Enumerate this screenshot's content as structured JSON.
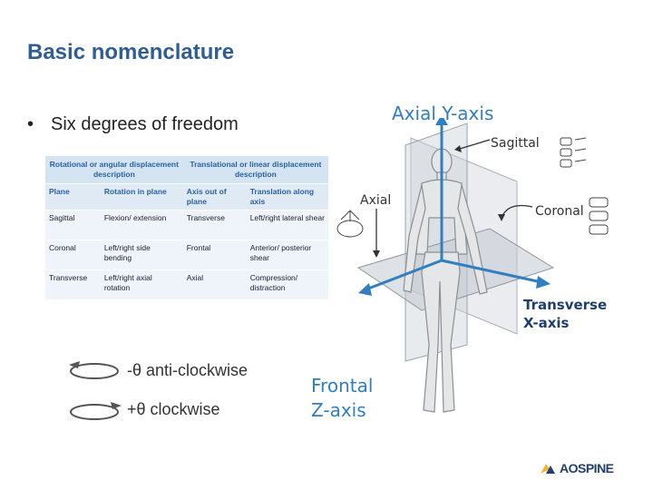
{
  "slide": {
    "title": "Basic nomenclature",
    "bullet": "Six degrees of freedom"
  },
  "table": {
    "group_headers": [
      "Rotational or angular displacement description",
      "Translational or linear displacement description"
    ],
    "columns": [
      "Plane",
      "Rotation in plane",
      "Axis out of plane",
      "Translation along axis"
    ],
    "rows": [
      [
        "Sagittal",
        "Flexion/ extension",
        "Transverse",
        "Left/right lateral shear"
      ],
      [
        "Coronal",
        "Left/right side bending",
        "Frontal",
        "Anterior/ posterior shear"
      ],
      [
        "Transverse",
        "Left/right axial rotation",
        "Axial",
        "Compression/ distraction"
      ]
    ]
  },
  "rotation_legend": {
    "anti_clockwise": "-θ anti-clockwise",
    "clockwise": "+θ clockwise"
  },
  "figure": {
    "axial_y_axis": "Axial Y-axis",
    "sagittal": "Sagittal",
    "axial": "Axial",
    "coronal": "Coronal",
    "transverse_line1": "Transverse",
    "transverse_line2": "X-axis",
    "frontal_line1": "Frontal",
    "frontal_line2": "Z-axis"
  },
  "logo": {
    "ao": "AO",
    "spine": "SPINE"
  },
  "colors": {
    "title": "#2f5d95",
    "axis_blue": "#2f7fc1",
    "table_header_bg": "#d4e4f2",
    "table_body_bg": "#eef4fa"
  }
}
